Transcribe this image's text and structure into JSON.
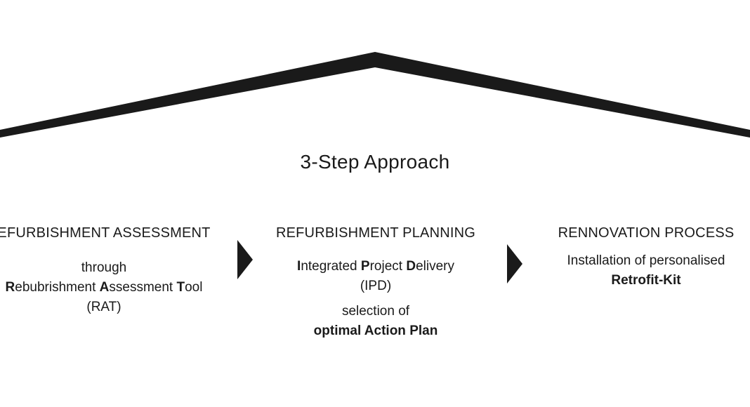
{
  "title": "3-Step Approach",
  "steps": [
    {
      "heading": "EFURBISHMENT ASSESSMENT",
      "lines": [
        {
          "parts": [
            {
              "t": "through"
            }
          ]
        },
        {
          "parts": [
            {
              "t": "R",
              "b": true
            },
            {
              "t": "ebubrishment "
            },
            {
              "t": "A",
              "b": true
            },
            {
              "t": "ssessment "
            },
            {
              "t": "T",
              "b": true
            },
            {
              "t": "ool"
            }
          ]
        },
        {
          "parts": [
            {
              "t": "(RAT)"
            }
          ]
        }
      ]
    },
    {
      "heading": "REFURBISHMENT PLANNING",
      "lines": [
        {
          "parts": [
            {
              "t": "I",
              "b": true
            },
            {
              "t": "ntegrated "
            },
            {
              "t": "P",
              "b": true
            },
            {
              "t": "roject "
            },
            {
              "t": "D",
              "b": true
            },
            {
              "t": "elivery"
            }
          ]
        },
        {
          "parts": [
            {
              "t": "(IPD)"
            }
          ]
        },
        {
          "spacer": true
        },
        {
          "parts": [
            {
              "t": "selection of"
            }
          ]
        },
        {
          "parts": [
            {
              "t": "optimal Action Plan",
              "b": true
            }
          ]
        }
      ]
    },
    {
      "heading": "RENNOVATION PROCESS",
      "lines": [
        {
          "parts": [
            {
              "t": "Installation of personalised"
            }
          ]
        },
        {
          "parts": [
            {
              "t": "Retrofit-Kit",
              "b": true
            }
          ]
        }
      ]
    }
  ]
}
